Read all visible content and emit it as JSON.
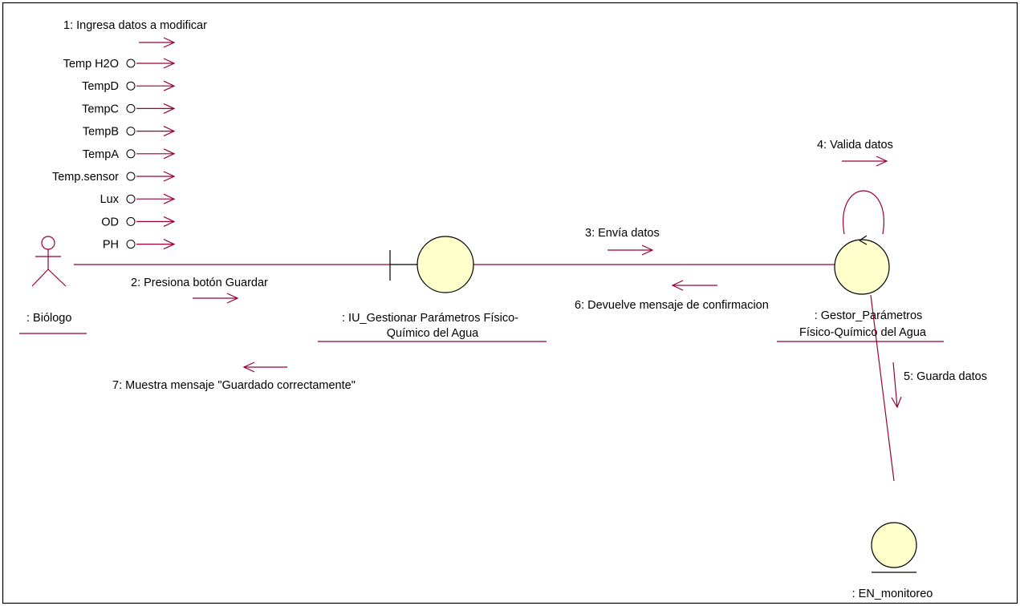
{
  "messages": {
    "m1": "1: Ingresa datos a modificar",
    "m2": "2: Presiona botón Guardar",
    "m3": "3: Envía datos",
    "m4": "4: Valida datos",
    "m5": "5: Guarda datos",
    "m6": "6: Devuelve mensaje de confirmacion",
    "m7": "7: Muestra mensaje \"Guardado correctamente\""
  },
  "parameters": [
    "Temp H2O",
    "TempD",
    "TempC",
    "TempB",
    "TempA",
    "Temp.sensor",
    "Lux",
    "OD",
    "PH"
  ],
  "objects": {
    "actor": ": Biólogo",
    "boundary_line1": ": IU_Gestionar Parámetros Físico-",
    "boundary_line2": "Químico del Agua",
    "control_line1": ": Gestor_Parámetros",
    "control_line2": "Físico-Químico del Agua",
    "entity": ": EN_monitoreo"
  },
  "colors": {
    "message_arrow": "#990033",
    "link_line": "#990033",
    "object_fill": "#ffffcc",
    "object_stroke": "#000000",
    "border": "#000000"
  }
}
